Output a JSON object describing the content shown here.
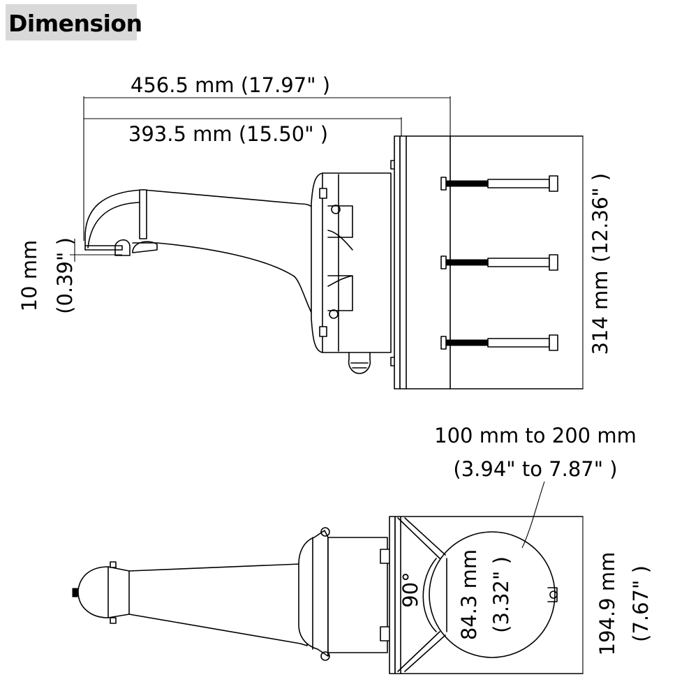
{
  "title": "Dimension",
  "dimensions": {
    "overall_length": "456.5 mm (17.97\" )",
    "arm_length": "393.5 mm (15.50\" )",
    "lip_mm": "10 mm",
    "lip_in": "(0.39\" )",
    "plate_height_mm": "314 mm",
    "plate_height_in": "(12.36\" )",
    "pole_range_mm": "100 mm to 200 mm",
    "pole_range_in": "(3.94\" to 7.87\"  )",
    "angle": "90°",
    "inner_mm": "84.3 mm",
    "inner_in": "(3.32\" )",
    "plate_width_mm": "194.9 mm",
    "plate_width_in": "(7.67\" )"
  }
}
